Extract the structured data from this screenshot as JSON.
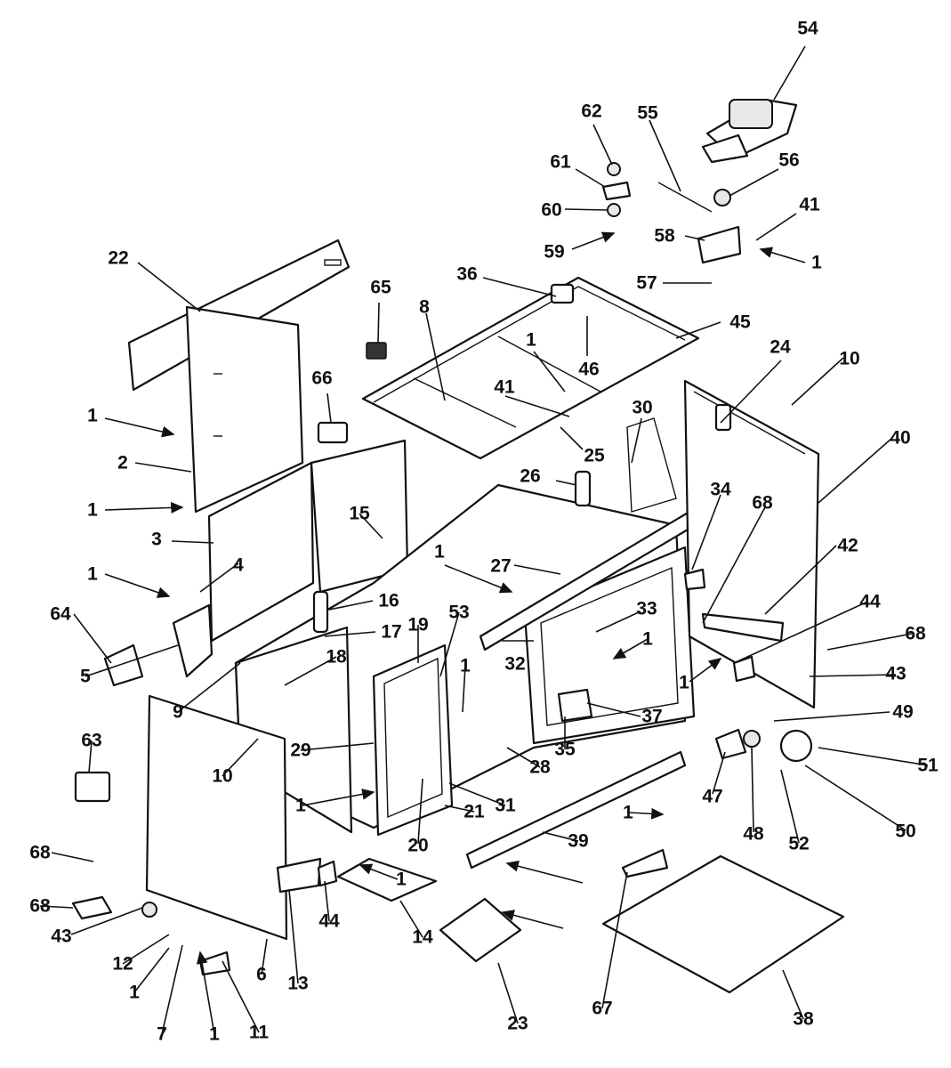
{
  "labels": [
    "54",
    "62",
    "55",
    "61",
    "56",
    "60",
    "41",
    "58",
    "1",
    "59",
    "57",
    "22",
    "36",
    "65",
    "8",
    "45",
    "1",
    "46",
    "66",
    "24",
    "10",
    "41",
    "1",
    "25",
    "30",
    "40",
    "2",
    "26",
    "34",
    "68",
    "1",
    "15",
    "3",
    "1",
    "27",
    "42",
    "4",
    "1",
    "16",
    "64",
    "33",
    "44",
    "17",
    "53",
    "19",
    "68",
    "1",
    "1",
    "32",
    "5",
    "18",
    "1",
    "43",
    "9",
    "49",
    "29",
    "37",
    "63",
    "35",
    "28",
    "10",
    "51",
    "31",
    "47",
    "1",
    "21",
    "48",
    "52",
    "50",
    "20",
    "39",
    "68",
    "44",
    "1",
    "1",
    "14",
    "43",
    "68",
    "12",
    "1",
    "6",
    "13",
    "23",
    "7",
    "1",
    "11",
    "67",
    "38"
  ],
  "colors": {
    "ink": "#111111",
    "paper": "#ffffff",
    "texture": "#e8e8e8"
  }
}
